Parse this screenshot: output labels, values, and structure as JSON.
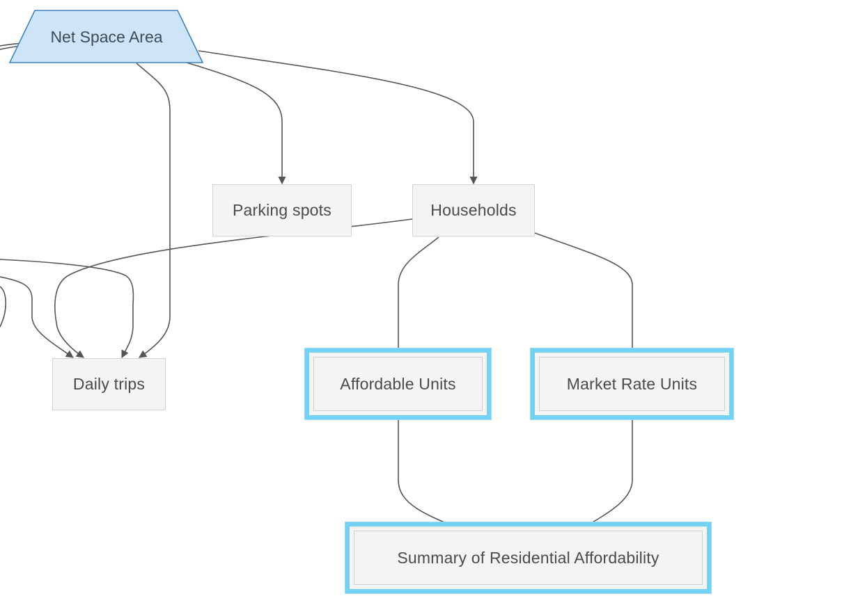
{
  "diagram": {
    "nodes": {
      "net_space_area": "Net Space Area",
      "parking_spots": "Parking spots",
      "households": "Households",
      "daily_trips": "Daily trips",
      "affordable_units": "Affordable Units",
      "market_rate_units": "Market Rate Units",
      "summary": "Summary of Residential Affordability"
    },
    "selected": [
      "affordable_units",
      "market_rate_units",
      "summary"
    ],
    "colors": {
      "input_fill": "#cde5f6",
      "input_border": "#3f82bd",
      "node_fill": "#f4f4f4",
      "node_border": "#d3d3d3",
      "selection": "#72d2f3",
      "edge": "#555555"
    }
  }
}
